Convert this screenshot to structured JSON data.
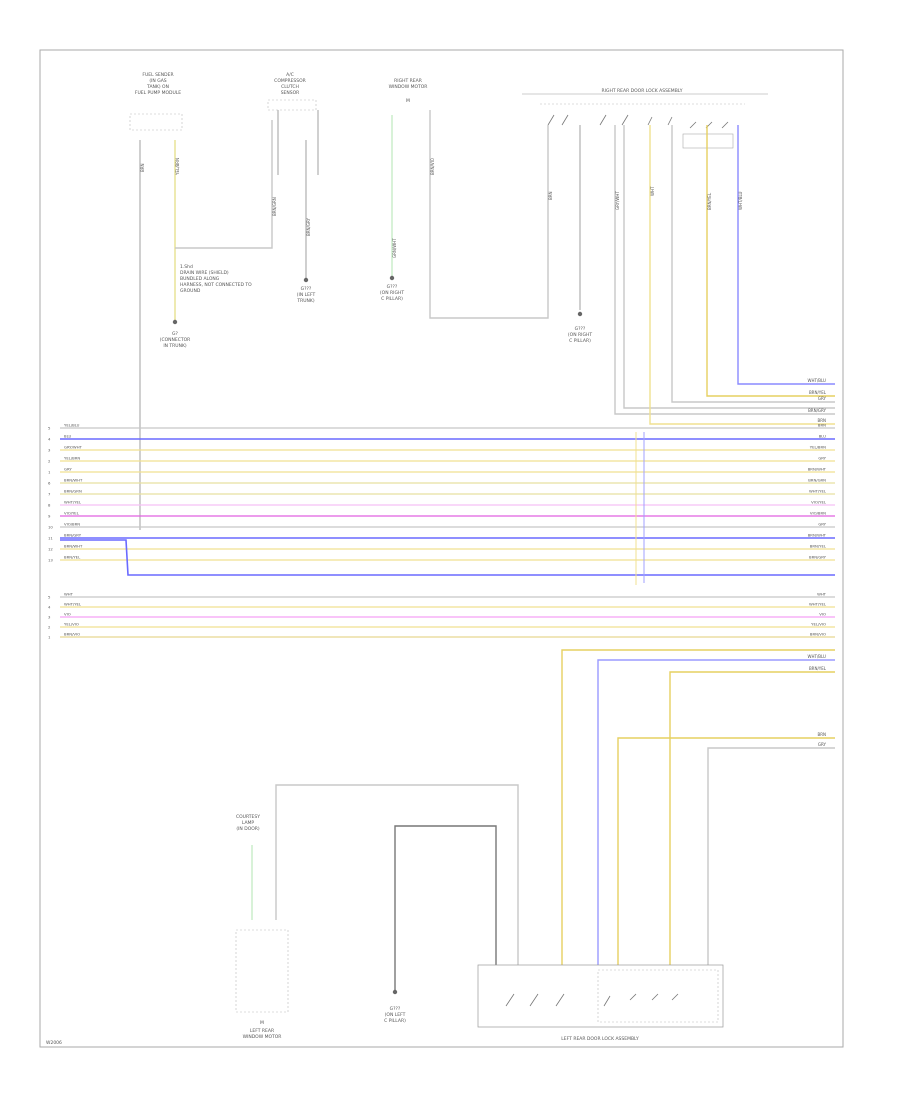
{
  "components": {
    "fuel_sender": [
      "FUEL SENDER",
      "(IN GAS",
      "TANK) ON",
      "FUEL PUMP MODULE"
    ],
    "compressor": [
      "A/C",
      "COMPRESSOR",
      "CLUTCH",
      "SENSOR"
    ],
    "right_rear_window": [
      "RIGHT REAR",
      "WINDOW MOTOR"
    ],
    "right_rear_door_lock": "RIGHT REAR DOOR LOCK ASSEMBLY",
    "left_rear_door_lock": "LEFT REAR DOOR LOCK ASSEMBLY",
    "left_rear_window": [
      "LEFT REAR",
      "WINDOW MOTOR"
    ],
    "courtesy_lamp": [
      "COURTESY",
      "LAMP",
      "(IN DOOR)"
    ]
  },
  "grounds": {
    "g1": [
      "G?",
      "(CONNECTOR",
      "IN TRUNK)"
    ],
    "g2": [
      "G???",
      "(IN LEFT",
      "TRUNK)"
    ],
    "g3": [
      "G???",
      "(ON RIGHT",
      "C PILLAR)"
    ],
    "g4": [
      "G???",
      "(ON RIGHT",
      "C PILLAR)"
    ],
    "g5": [
      "G???",
      "(ON LEFT",
      "C PILLAR)"
    ]
  },
  "notes": {
    "shield": [
      "1.Shd",
      "DRAIN WIRE (SHIELD)",
      "BUNDLED ALONG",
      "HARNESS, NOT CONNECTED TO",
      "GROUND"
    ],
    "motor_m": "M",
    "page": "W2006"
  },
  "bus_wires": [
    {
      "left": "YEL/BLU",
      "right": "BRN",
      "color": "#c8c8c8"
    },
    {
      "left": "BLU",
      "right": "BLU",
      "color": "#6a6aff"
    },
    {
      "left": "GRY/WHT",
      "right": "YEL/BRN",
      "color": "#f0e090"
    },
    {
      "left": "YEL/BRN",
      "right": "GRY",
      "color": "#f0e090"
    },
    {
      "left": "GRY",
      "right": "BRN/WHT",
      "color": "#f0e090"
    },
    {
      "left": "BRN/WHT",
      "right": "BRN/GRN",
      "color": "#e8e0a0"
    },
    {
      "left": "BRN/GRN",
      "right": "WHT/YEL",
      "color": "#e8e0a0"
    },
    {
      "left": "WHT/YEL",
      "right": "VIO/YEL",
      "color": "#f5c0f5"
    },
    {
      "left": "VIO/YEL",
      "right": "VIO/BRN",
      "color": "#e060e0"
    },
    {
      "left": "VIO/BRN",
      "right": "GRY",
      "color": "#c8c8c8"
    },
    {
      "left": "BRN/GRY",
      "right": "BRN/WHT",
      "color": "#6a6aff"
    },
    {
      "left": "BRN/WHT",
      "right": "BRN/YEL",
      "color": "#f0e090"
    },
    {
      "left": "BRN/YEL",
      "right": "BRN/GRY",
      "color": "#f0e090"
    }
  ],
  "bus_wires_2": [
    {
      "left": "WHT",
      "right": "WHT",
      "color": "#c8c8c8"
    },
    {
      "left": "WHT/YEL",
      "right": "WHT/YEL",
      "color": "#f0e090"
    },
    {
      "left": "VIO",
      "right": "VIO",
      "color": "#f5a0f5"
    },
    {
      "left": "YEL/VIO",
      "right": "YEL/VIO",
      "color": "#f0e090"
    },
    {
      "left": "BRN/VIO",
      "right": "BRN/VIO",
      "color": "#e8d890"
    }
  ],
  "right_labels": [
    "WHT/BLU",
    "BRN/YEL",
    "GRY",
    "BRN/GRY",
    "BRN",
    "WHT/BLU",
    "BRN/YEL",
    "BRN",
    "GRY"
  ],
  "pin_labels": [
    "5",
    "4",
    "3",
    "2",
    "1",
    "6",
    "7",
    "8",
    "9",
    "10",
    "11",
    "12",
    "13"
  ]
}
